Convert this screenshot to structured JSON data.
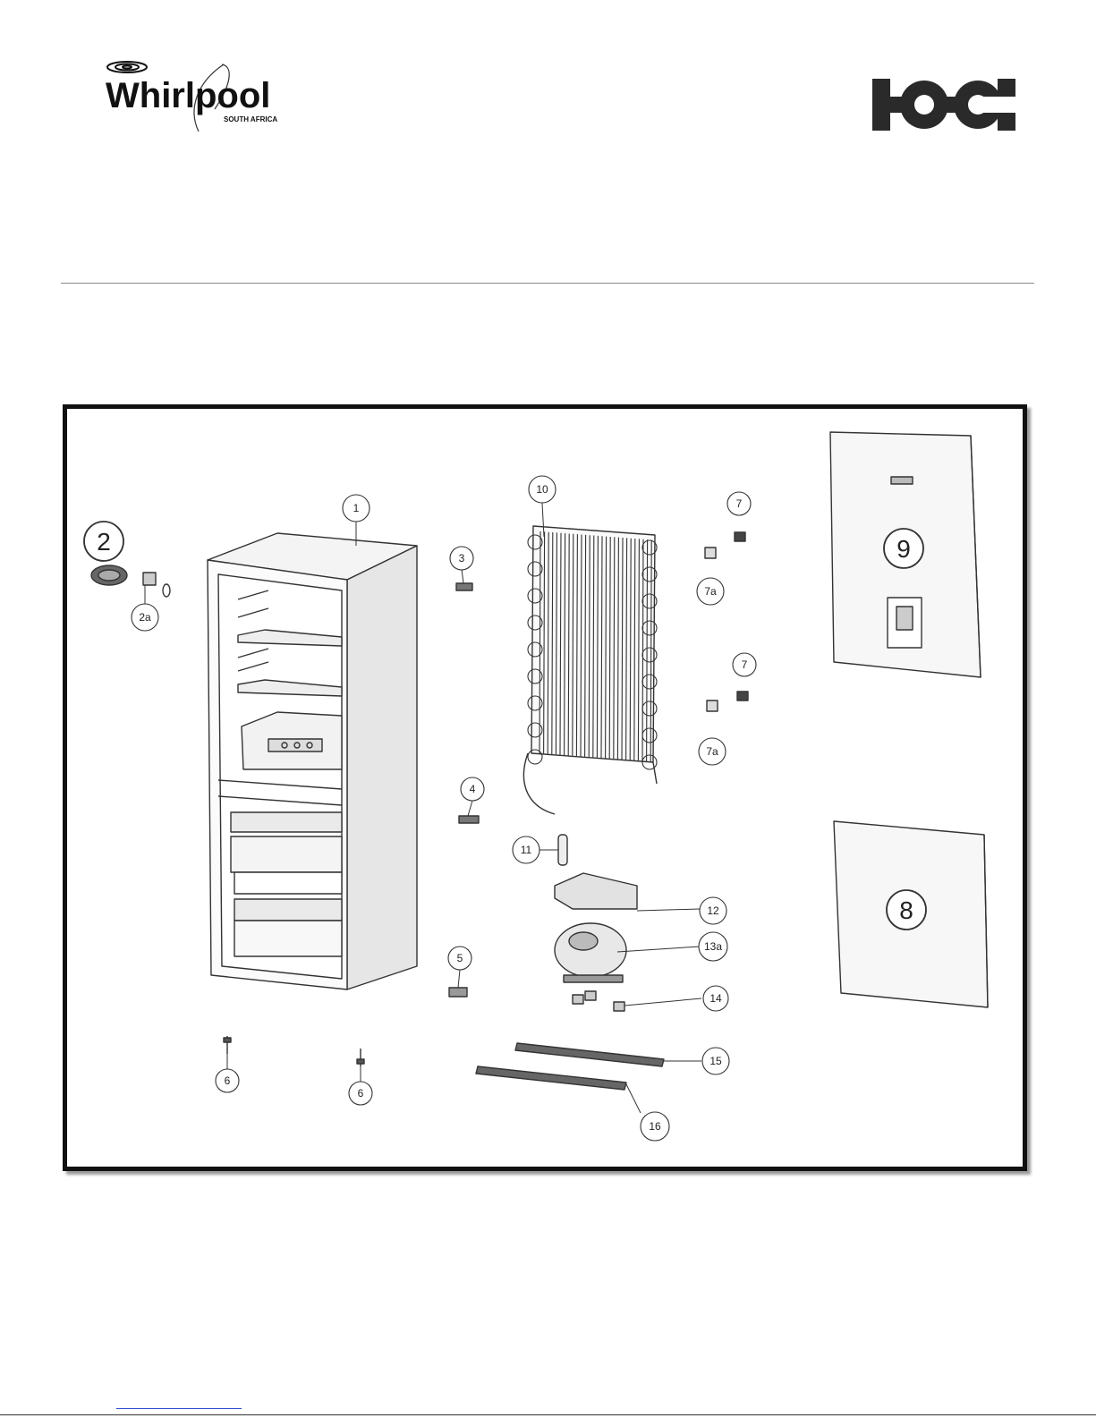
{
  "header": {
    "brand_logo": {
      "name": "Whirlpool",
      "subtext": "SOUTH AFRICA",
      "icon": "swirl-icon"
    },
    "partner_logo": {
      "name": "KIC",
      "icon": "kic-logo"
    }
  },
  "diagram": {
    "callouts": [
      {
        "id": "c1",
        "label": "1"
      },
      {
        "id": "c2",
        "label": "2"
      },
      {
        "id": "c2a",
        "label": "2a"
      },
      {
        "id": "c3",
        "label": "3"
      },
      {
        "id": "c4",
        "label": "4"
      },
      {
        "id": "c5",
        "label": "5"
      },
      {
        "id": "c6a",
        "label": "6"
      },
      {
        "id": "c6b",
        "label": "6"
      },
      {
        "id": "c7a",
        "label": "7"
      },
      {
        "id": "c7b",
        "label": "7"
      },
      {
        "id": "c7aa",
        "label": "7a"
      },
      {
        "id": "c7ab",
        "label": "7a"
      },
      {
        "id": "c8",
        "label": "8"
      },
      {
        "id": "c9",
        "label": "9"
      },
      {
        "id": "c10",
        "label": "10"
      },
      {
        "id": "c11",
        "label": "11"
      },
      {
        "id": "c12",
        "label": "12"
      },
      {
        "id": "c13a",
        "label": "13a"
      },
      {
        "id": "c14",
        "label": "14"
      },
      {
        "id": "c15",
        "label": "15"
      },
      {
        "id": "c16",
        "label": "16"
      }
    ],
    "colors": {
      "line": "#333333",
      "frame": "#111111",
      "rule": "#8c8c8c",
      "link": "#2a4bd0"
    }
  }
}
